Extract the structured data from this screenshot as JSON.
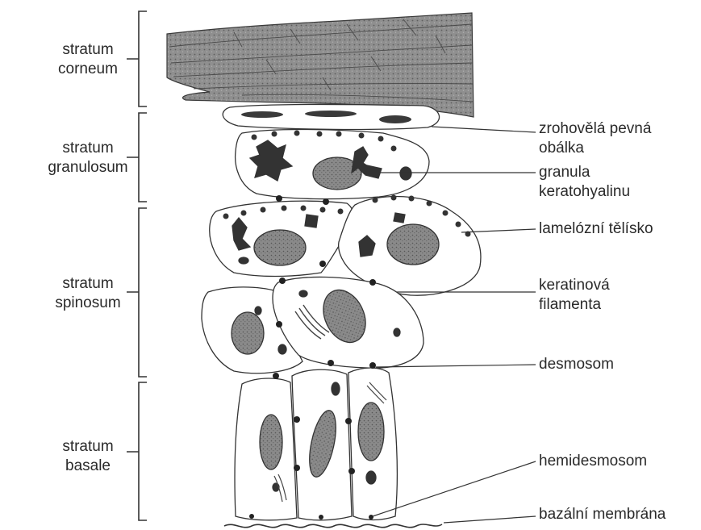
{
  "layers": {
    "corneum": "stratum\ncorneum",
    "granulosum": "stratum\ngranulosum",
    "spinosum": "stratum\nspinosum",
    "basale": "stratum\nbasale"
  },
  "callouts": {
    "envelope": "zrohovělá pevná\nobálka",
    "keratohyalin": "granula\nkeratohyalinu",
    "lamellar_body": "lamelózní tělísko",
    "filaments": "keratinová\nfilamenta",
    "desmosome": "desmosom",
    "hemidesmosome": "hemidesmosom",
    "basal_membrane": "bazální membrána"
  },
  "colors": {
    "ink": "#2a2a2a",
    "corneum_fill": "#8f8f8f",
    "nucleus_fill": "#8a8a8a",
    "granule_fill": "#3a3a3a"
  }
}
